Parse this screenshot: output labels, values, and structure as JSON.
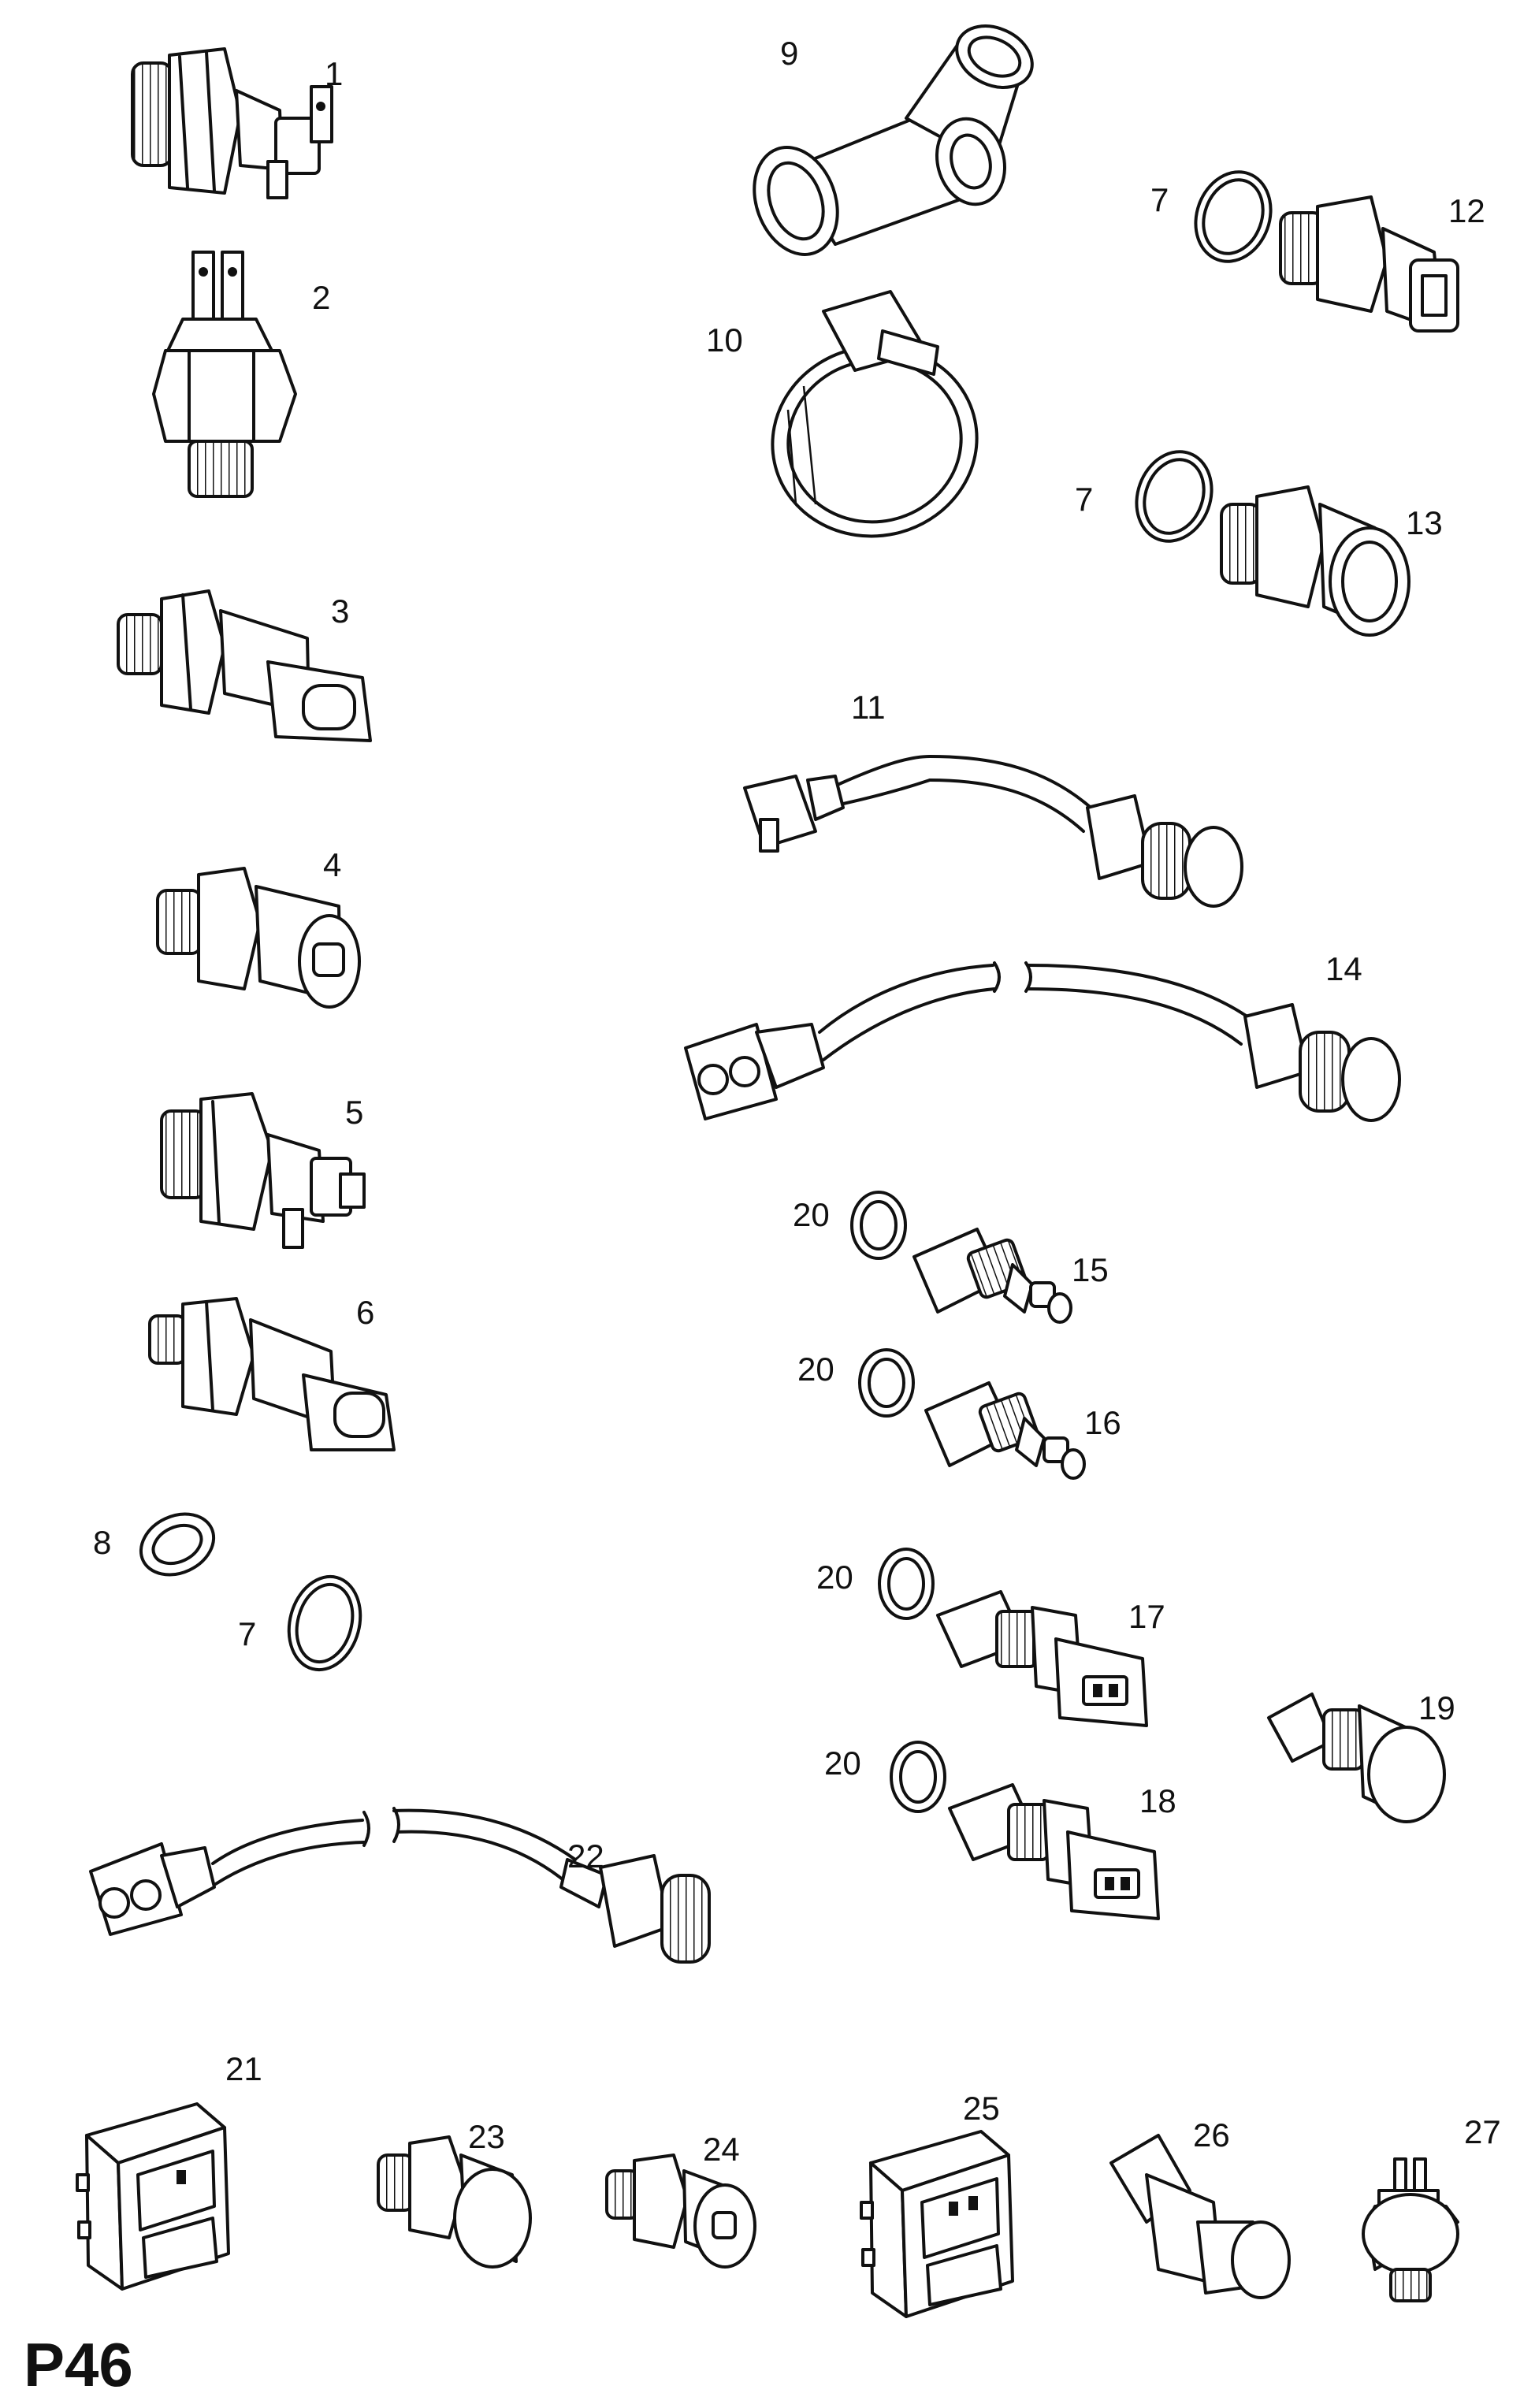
{
  "page_code": "P46",
  "callouts": {
    "c1": "1",
    "c2": "2",
    "c3": "3",
    "c4": "4",
    "c5": "5",
    "c6": "6",
    "c7a": "7",
    "c7b": "7",
    "c7c": "7",
    "c8": "8",
    "c9": "9",
    "c10": "10",
    "c11": "11",
    "c12": "12",
    "c13": "13",
    "c14": "14",
    "c15": "15",
    "c16": "16",
    "c17": "17",
    "c18": "18",
    "c19": "19",
    "c20a": "20",
    "c20b": "20",
    "c20c": "20",
    "c20d": "20",
    "c21": "21",
    "c22": "22",
    "c23": "23",
    "c24": "24",
    "c25": "25",
    "c26": "26",
    "c27": "27"
  }
}
